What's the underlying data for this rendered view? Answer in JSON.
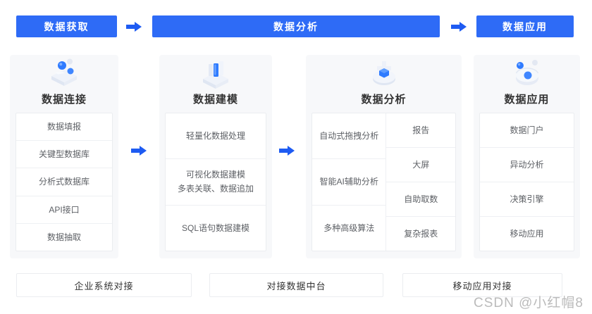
{
  "page": {
    "watermark": "CSDN @小红帽8"
  },
  "colors": {
    "primary_blue": "#2E6BF6",
    "arrow_blue": "#1E5BF2",
    "panel_background": "#F7F8FA",
    "box_border": "#EBEDF0",
    "title_text": "#333333",
    "item_text": "#5E6166",
    "watermark_text": "#BBBBBB"
  },
  "flow": {
    "banners": [
      {
        "label": "数据获取"
      },
      {
        "label": "数据分析"
      },
      {
        "label": "数据应用"
      }
    ],
    "arrow_icon": "right-arrow-icon"
  },
  "columns": [
    {
      "icon": "data-connect-isometric-icon",
      "title": "数据连接",
      "items": [
        "数据填报",
        "关键型数据库",
        "分析式数据库",
        "API接口",
        "数据抽取"
      ]
    },
    {
      "icon": "data-modeling-isometric-icon",
      "title": "数据建模",
      "items": [
        "轻量化数据处理",
        "可视化数据建模\n多表关联、数据追加",
        "SQL语句数据建模"
      ]
    },
    {
      "icon": "data-analysis-isometric-icon",
      "title": "数据分析",
      "left_items": [
        "自动式拖拽分析",
        "智能AI辅助分析",
        "多种高级算法"
      ],
      "right_items": [
        "报告",
        "大屏",
        "自助取数",
        "复杂报表"
      ]
    },
    {
      "icon": "data-application-isometric-icon",
      "title": "数据应用",
      "items": [
        "数据门户",
        "异动分析",
        "决策引擎",
        "移动应用"
      ]
    }
  ],
  "bottom_boxes": [
    {
      "label": "企业系统对接"
    },
    {
      "label": "对接数据中台"
    },
    {
      "label": "移动应用对接"
    }
  ]
}
